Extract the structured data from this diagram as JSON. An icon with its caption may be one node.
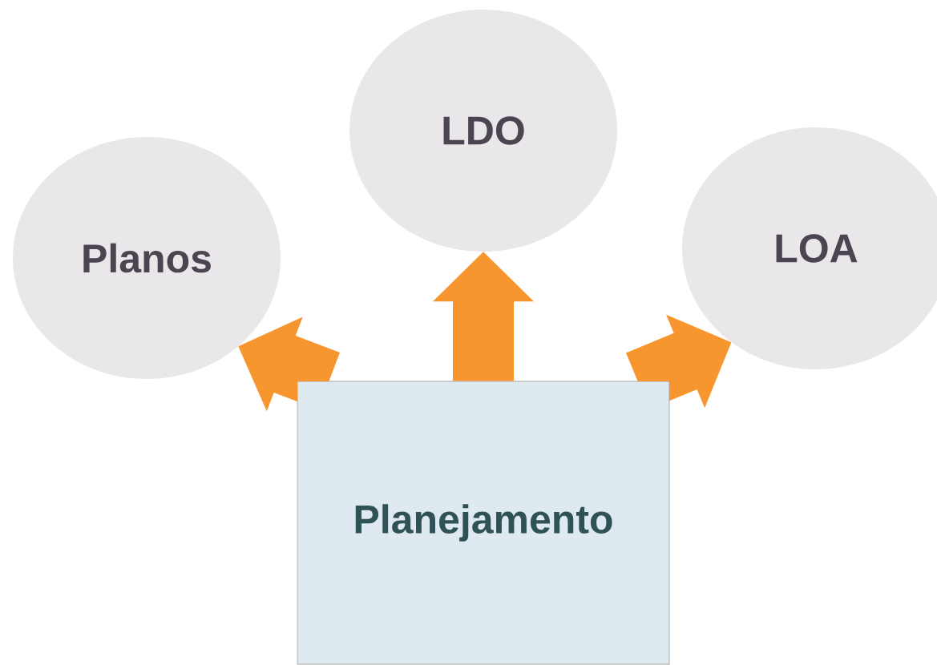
{
  "diagram": {
    "nodes": [
      {
        "text": [
          "Planos"
        ]
      },
      {
        "text": [
          "LDO"
        ]
      },
      {
        "text": [
          "LOA"
        ]
      },
      {
        "text": [
          "Planejamento"
        ]
      }
    ],
    "edges": [
      {
        "from": 3,
        "to": 0,
        "arrow": "to"
      },
      {
        "from": 3,
        "to": 1,
        "arrow": "to"
      },
      {
        "from": 3,
        "to": 2,
        "arrow": "to"
      }
    ]
  }
}
